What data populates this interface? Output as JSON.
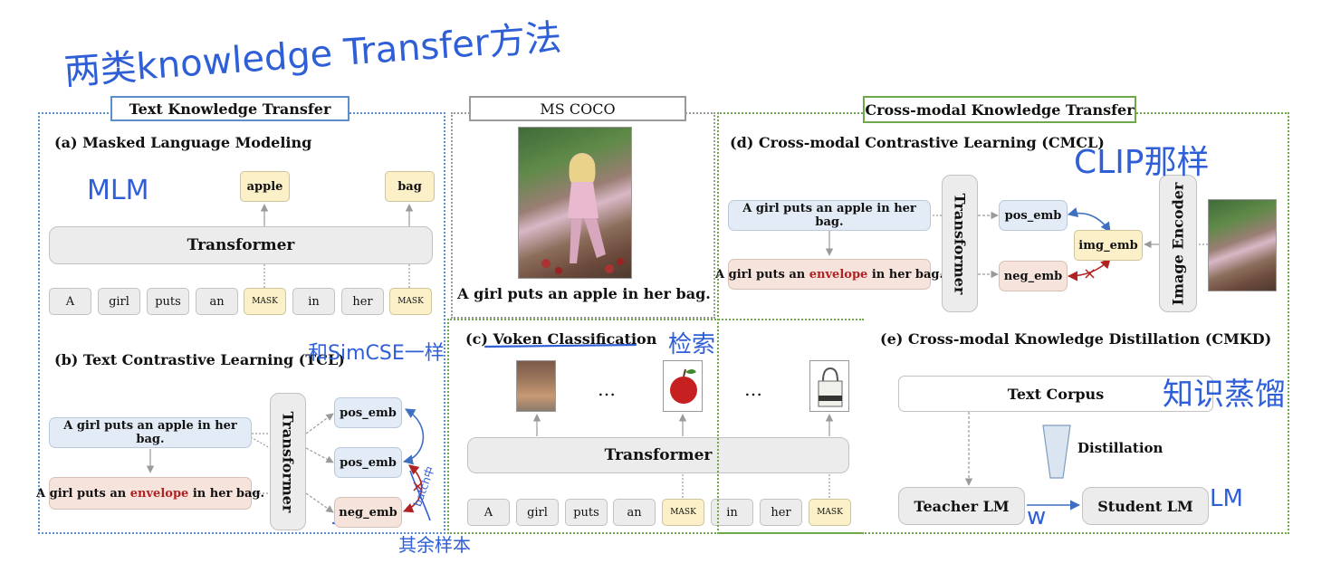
{
  "handwriting": {
    "title": "两类knowledge Transfer方法",
    "mlm": "MLM",
    "tcl_note": "和SimCSE一样",
    "retrieve": "检索",
    "clip_note": "CLIP那样",
    "distill_note": "知识蒸馏",
    "batch_note_1": "batch中",
    "batch_note_2": "其余样本",
    "lm": "LM",
    "w": "w"
  },
  "text_kt": {
    "title": "Text Knowledge Transfer",
    "mlm": {
      "heading": "(a) Masked Language Modeling",
      "outputs": [
        "apple",
        "bag"
      ],
      "transformer": "Transformer",
      "tokens": [
        "A",
        "girl",
        "puts",
        "an",
        "MASK",
        "in",
        "her",
        "MASK"
      ]
    },
    "tcl": {
      "heading": "(b) Text Contrastive Learning (TCL)",
      "sentence_pos": "A girl puts an apple in her bag.",
      "sentence_neg": {
        "before": "A girl puts an ",
        "highlight": "envelope",
        "after": " in her bag."
      },
      "transformer": "Transformer",
      "embs": [
        "pos_emb",
        "pos_emb",
        "neg_emb"
      ],
      "cross_mark": "×"
    }
  },
  "coco": {
    "title": "MS COCO",
    "caption": "A girl puts an apple in her bag."
  },
  "voken": {
    "heading": "(c) Voken Classification",
    "ellipsis": [
      "…",
      "…"
    ],
    "transformer": "Transformer",
    "tokens": [
      "A",
      "girl",
      "puts",
      "an",
      "MASK",
      "in",
      "her",
      "MASK"
    ]
  },
  "cross_kt": {
    "title": "Cross-modal Knowledge Transfer",
    "cmcl": {
      "heading": "(d) Cross-modal Contrastive Learning (CMCL)",
      "sentence_pos": "A girl puts an apple in her bag.",
      "sentence_neg": {
        "before": "A girl puts an ",
        "highlight": "envelope",
        "after": " in her bag."
      },
      "transformer": "Transformer",
      "pos_emb": "pos_emb",
      "neg_emb": "neg_emb",
      "img_emb": "img_emb",
      "encoder": "Image Encoder",
      "cross_mark": "×"
    },
    "cmkd": {
      "heading": "(e) Cross-modal Knowledge Distillation (CMKD)",
      "corpus": "Text Corpus",
      "distillation": "Distillation",
      "teacher": "Teacher LM",
      "student": "Student LM"
    }
  },
  "colors": {
    "blue_border": "#5b8fc9",
    "green_border": "#6fa84a",
    "gray_border": "#9a9a9a",
    "highlight_red": "#b22222",
    "ink_blue": "#2f5fd6",
    "pos_fill": "#e3ecf6",
    "neg_fill": "#f6e4dc",
    "mask_fill": "#fbf0c8"
  }
}
